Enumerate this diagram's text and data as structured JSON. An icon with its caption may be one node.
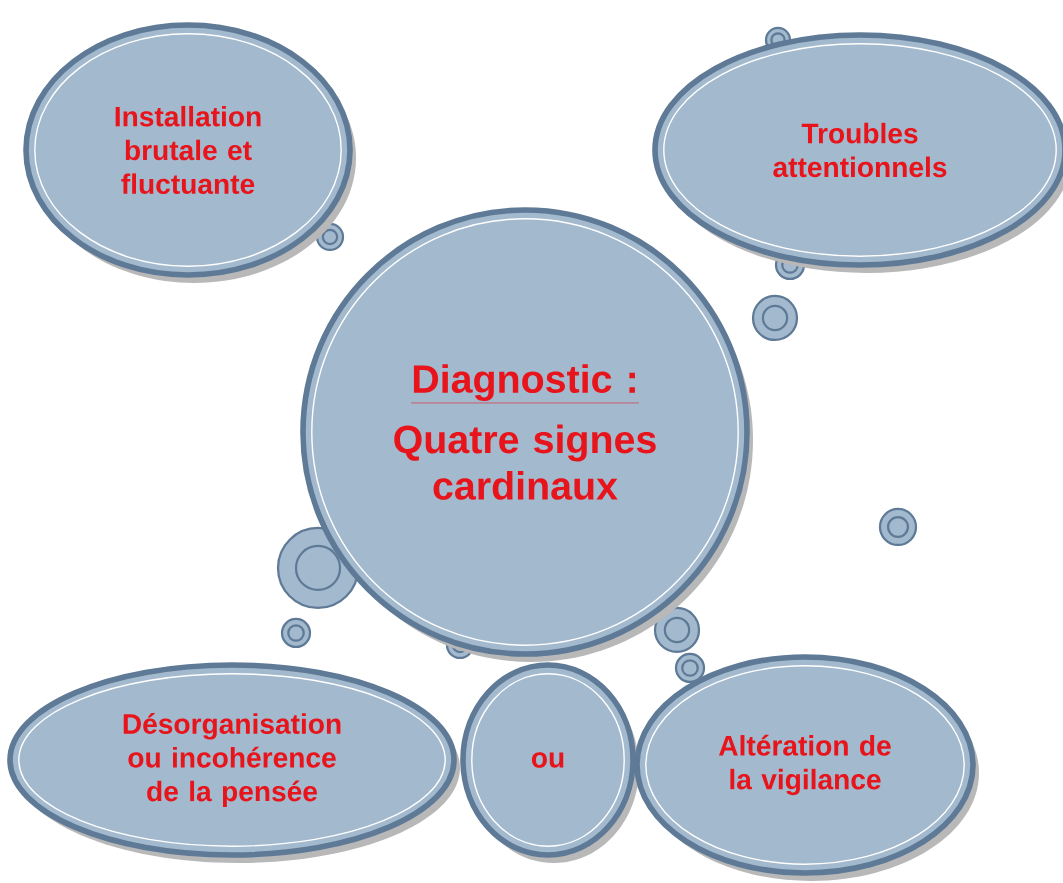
{
  "diagram": {
    "nodes": [
      {
        "text": [
          "Diagnostic :",
          "Quatre signes cardinaux"
        ]
      },
      {
        "text": [
          "Installation brutale et fluctuante"
        ]
      },
      {
        "text": [
          "Troubles attentionnels"
        ]
      },
      {
        "text": [
          "Désorganisation ou incohérence de la pensée"
        ]
      },
      {
        "text": [
          "ou"
        ]
      },
      {
        "text": [
          "Altération de la vigilance"
        ]
      }
    ]
  }
}
